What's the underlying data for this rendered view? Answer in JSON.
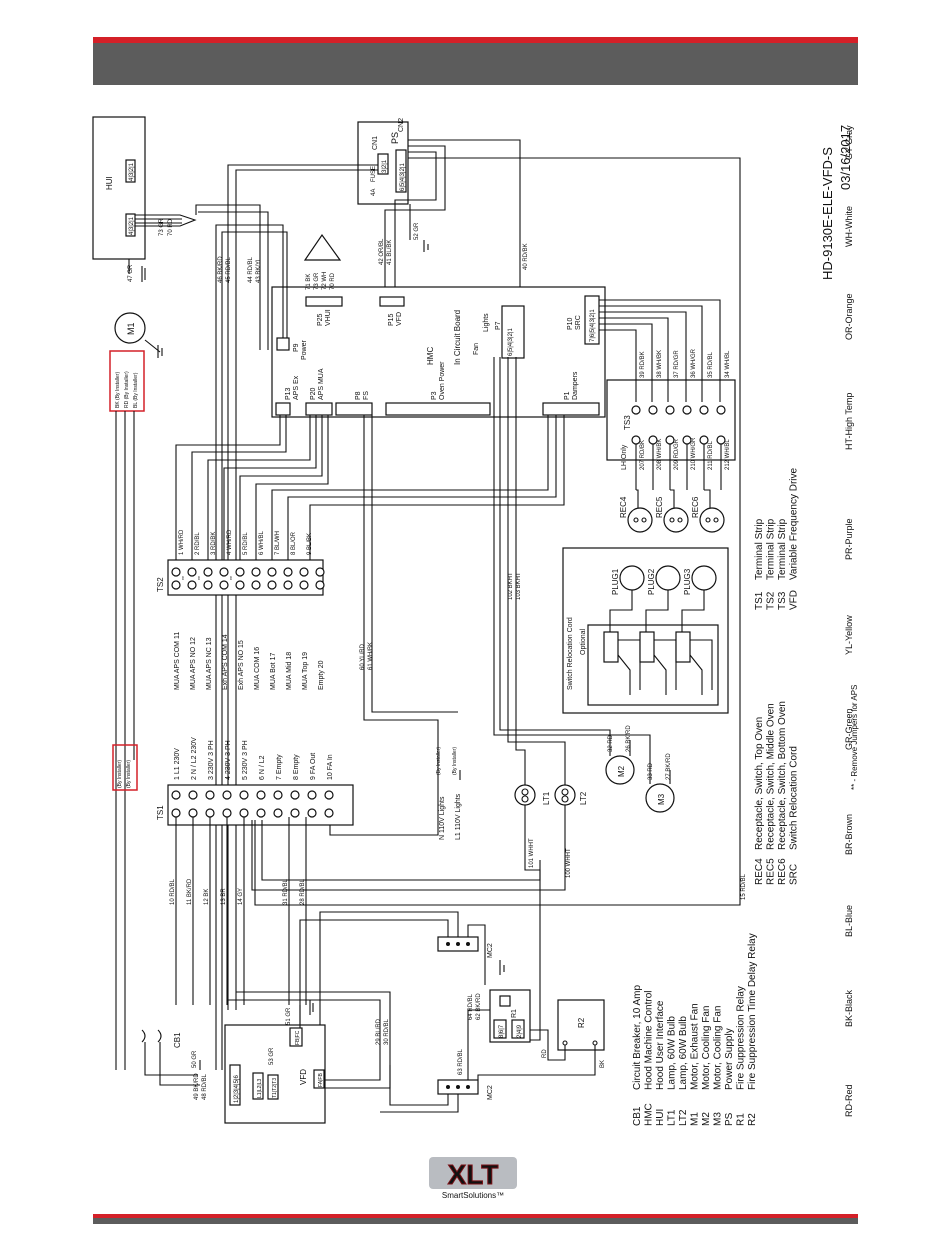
{
  "header": {
    "accent": "#d42028",
    "bar": "#5c5c5c"
  },
  "doc": {
    "number": "HD-9130E-ELE-VFD-S",
    "date": "03/16/2017",
    "note": "** - Remove Jumpers for APS"
  },
  "logo": {
    "brand": "XLT",
    "tagline": "SmartSolutions™"
  },
  "legend_left": [
    {
      "code": "CB1",
      "desc": "Circuit Breaker, 10 Amp"
    },
    {
      "code": "HMC",
      "desc": "Hood Machine Control"
    },
    {
      "code": "HUI",
      "desc": "Hood User Interface"
    },
    {
      "code": "LT1",
      "desc": "Lamp, 60W Bulb"
    },
    {
      "code": "LT2",
      "desc": "Lamp, 60W Bulb"
    },
    {
      "code": "M1",
      "desc": "Motor, Exhaust Fan"
    },
    {
      "code": "M2",
      "desc": "Motor, Cooling Fan"
    },
    {
      "code": "M3",
      "desc": "Motor, Cooling Fan"
    },
    {
      "code": "PS",
      "desc": "Power Supply"
    },
    {
      "code": "R1",
      "desc": "Fire Suppression Relay"
    },
    {
      "code": "R2",
      "desc": "Fire Suppression Time Delay Relay"
    }
  ],
  "legend_mid": [
    {
      "code": "REC4",
      "desc": "Receptacle, Switch, Top Oven"
    },
    {
      "code": "REC5",
      "desc": "Receptacle, Switch, Middle Oven"
    },
    {
      "code": "REC6",
      "desc": "Receptacle, Switch, Bottom Oven"
    },
    {
      "code": "SRC",
      "desc": "Switch Relocation Cord"
    }
  ],
  "legend_right": [
    {
      "code": "TS1",
      "desc": "Terminal Strip"
    },
    {
      "code": "TS2",
      "desc": "Terminal Strip"
    },
    {
      "code": "TS3",
      "desc": "Terminal Strip"
    },
    {
      "code": "VFD",
      "desc": "Variable Frequency Drive"
    }
  ],
  "colors": [
    "RD-Red",
    "BK-Black",
    "BL-Blue",
    "BR-Brown",
    "GR-Green",
    "YL-Yellow",
    "PR-Purple",
    "HT-High Temp",
    "OR-Orange",
    "WH-White",
    "GY-Gray"
  ],
  "hui": {
    "label": "HUI",
    "pins": "4|3|2|1",
    "wires": [
      "70 RD",
      "71 BK",
      "72 WH",
      "73 GR"
    ],
    "gnd": "47 GR"
  },
  "ps": {
    "label": "PS",
    "cn1": "CN1",
    "cn2": "CN2",
    "fuse": "FUSE",
    "amp": "4A",
    "pins_a": "3|2|1",
    "pins_b": "6|5|4|3|2|1",
    "pins_c": "3|2|1",
    "pm": "L  -  +",
    "gnd": "52 GR"
  },
  "m1": {
    "label": "M1",
    "tags": [
      "BK (By Installer)",
      "RD (By Installer)",
      "BL (By Installer)"
    ]
  },
  "hmc": {
    "label": "HMC",
    "board": "In Circuit Board",
    "p9": "P9",
    "p9sub": "Power",
    "p25": "P25",
    "p25sub": "VHUI",
    "p15": "P15",
    "p15sub": "VFD",
    "p7": "P7",
    "p7a": "Lights",
    "p7b": "Fan",
    "p7pins": "6|5|4|3|2|1",
    "p10": "P10",
    "p10sub": "SRC",
    "p10pins": "7|6|5|4|3|2|1",
    "p13": "P13",
    "p13sub": "APS Ex",
    "p20": "P20",
    "p20sub": "APS MUA",
    "p8": "P8",
    "p8sub": "FS",
    "p3": "P3",
    "p3sub": "Oven Power",
    "p1": "P1",
    "p1sub": "Dampers"
  },
  "wires_hmc": [
    "46 BK/RD",
    "45 RD/BL",
    "44 RD/BL",
    "43 BK/YL",
    "71 BK",
    "73 GR",
    "72 WH",
    "70 RD",
    "42 OR/BL",
    "41 BL/BK",
    "40 RD/BK"
  ],
  "ts2": {
    "label": "TS2",
    "left": [
      "1 WH/RD",
      "2 RD/BL",
      "3 RD/BK",
      "4 WH/RD",
      "5 RD/BL",
      "6 WH/BL",
      "7 BL/WH",
      "8 BL/OR",
      "9 BL/BK"
    ],
    "right": [
      "MUA APS COM 11",
      "MUA APS NO 12",
      "MUA APS NC 13",
      "Exh APS COM 14",
      "Exh APS NO 15",
      "MUA COM 16",
      "MUA Bot 17",
      "MUA Mid 18",
      "MUA Top 19",
      "Empty 20"
    ],
    "stars": "**"
  },
  "ts1": {
    "label": "TS1",
    "right": [
      "1 L1 230V",
      "2 N / L2 230V",
      "3 230V 3 PH",
      "4 230V 3 PH",
      "5 230V 3 PH",
      "6 N / L2",
      "7 Empty",
      "8 Empty",
      "9 FA Out",
      "10 FA In"
    ],
    "left": [
      "10 RD/BL",
      "11 BK/RD",
      "12 BK",
      "13 BR",
      "14 GY",
      "31 RD/BL",
      "28 RD/BL"
    ],
    "tags": [
      "(By Installer)",
      "(By Installer)"
    ]
  },
  "lights": {
    "n": "N 110V Lights",
    "l": "L1 110V Lights",
    "inst": "(By Installer)",
    "lt1": "LT1",
    "lt2": "LT2",
    "w1": "101 WHHT",
    "w2": "100 WHHT",
    "w3": "102 BKHT",
    "w4": "103 BKHT"
  },
  "fs": {
    "w1": "60 YL/RD",
    "w2": "61 WH/BK"
  },
  "ts3": {
    "label": "TS3",
    "sub": "LH Only",
    "top": [
      "39 RD/BK",
      "38 WH/BK",
      "37 RD/GR",
      "36 WH/GR",
      "35 RD/BL",
      "34 WH/BL"
    ],
    "bot": [
      "207 RD/BK",
      "208 WH/BK",
      "209 RD/GR",
      "210 WH/GR",
      "211 RD/BL",
      "212 WH/BL"
    ]
  },
  "rec": [
    "REC4",
    "REC5",
    "REC6"
  ],
  "src": {
    "title": "Switch Relocation Cord",
    "opt": "Optional",
    "plugs": [
      "PLUG1",
      "PLUG2",
      "PLUG3"
    ]
  },
  "motors": {
    "m2": "M2",
    "m3": "M3",
    "w": [
      "32 RD",
      "26 BK/RD",
      "33 RD",
      "27 BK/RD"
    ]
  },
  "mc": {
    "mc2a": "MC2",
    "mc2b": "MC2"
  },
  "cb": {
    "label": "CB1",
    "gnd": "50 GR",
    "w": [
      "49 BK/RD",
      "48 RD/BL"
    ]
  },
  "vfd": {
    "label": "VFD",
    "top": "1|2|3|4|5|6",
    "t1": "L1|L2|L3",
    "t2": "T1|T2|T3",
    "t3": "FB|FC",
    "t4": "FA|FB",
    "gnd": [
      "53 GR",
      "51 GR"
    ],
    "w": [
      "29 BL/RD",
      "30 RD/BL"
    ]
  },
  "relay": {
    "r1": "R1",
    "r2": "R2",
    "pins1": "8|6|7",
    "pins2": "2|4|9",
    "w": [
      "64 RD/BL",
      "62 BK/RD",
      "63 RD/BL"
    ],
    "rd": "RD",
    "bk": "BK"
  },
  "misc": {
    "w15": "15 RD/BL"
  }
}
